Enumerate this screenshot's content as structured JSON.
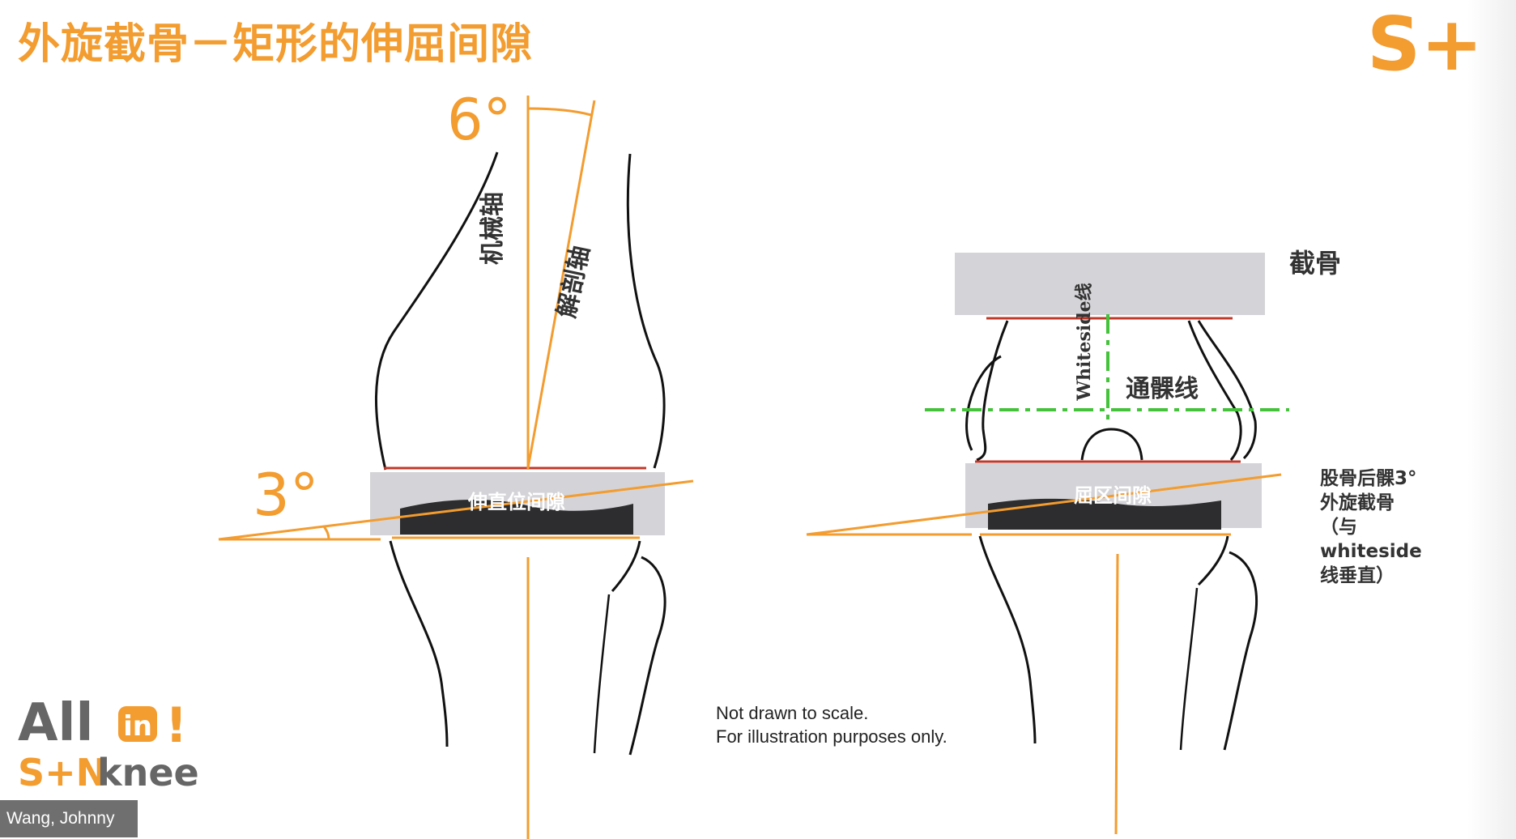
{
  "title": "外旋截骨－矩形的伸屈间隙",
  "logo_text": "S+N",
  "left_diagram": {
    "angle_top": "6°",
    "angle_bottom": "3°",
    "mechanical_axis_label": "机械轴",
    "anatomical_axis_label": "解剖轴",
    "gap_label": "伸直位间隙"
  },
  "right_diagram": {
    "whiteside_label": "Whiteside线",
    "transepicondylar_label": "通髁线",
    "gap_label": "屈区间隙",
    "cut_label": "截骨",
    "rotation_label_lines": [
      "股骨后髁3°",
      "外旋截骨",
      "（与",
      "whiteside",
      "线垂直）"
    ]
  },
  "note_lines": [
    "Not drawn to scale.",
    "For illustration purposes only."
  ],
  "corner_logo": {
    "line1": "All",
    "badge": "in",
    "exclaim": "!",
    "line2_a": "S+N",
    "line2_b": "knee"
  },
  "participant_name": "Wang, Johnny",
  "colors": {
    "accent": "#f39c2f",
    "cut_line": "#c0392b",
    "guide_line": "#44c23a",
    "spacer": "#d4d4d8",
    "spacer_dark": "#2d2d2f",
    "text_dark": "#333333"
  }
}
